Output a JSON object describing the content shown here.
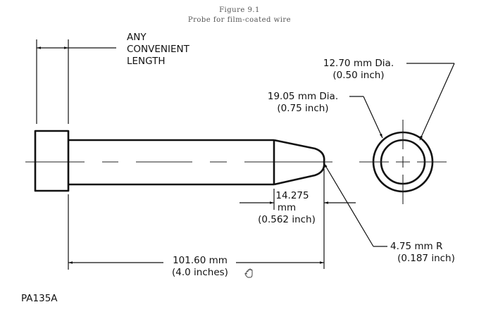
{
  "figure": {
    "number": "Figure 9.1",
    "caption": "Probe for film-coated wire"
  },
  "annotations": {
    "length_label": [
      "ANY",
      "CONVENIENT",
      "LENGTH"
    ],
    "outer_dia": {
      "mm": "12.70 mm Dia.",
      "inch": "(0.50 inch)"
    },
    "inner_dia": {
      "mm": "19.05 mm Dia.",
      "inch": "(0.75 inch)"
    },
    "taper_length": {
      "value": "14.275",
      "unit": "mm",
      "inch": "(0.562 inch)"
    },
    "overall_length": {
      "mm": "101.60 mm",
      "inch": "(4.0 inches)"
    },
    "tip_radius": {
      "mm": "4.75 mm R",
      "inch": "(0.187 inch)"
    }
  },
  "drawing_id": "PA135A",
  "colors": {
    "line": "#111111",
    "background": "#ffffff",
    "title": "#555555"
  }
}
